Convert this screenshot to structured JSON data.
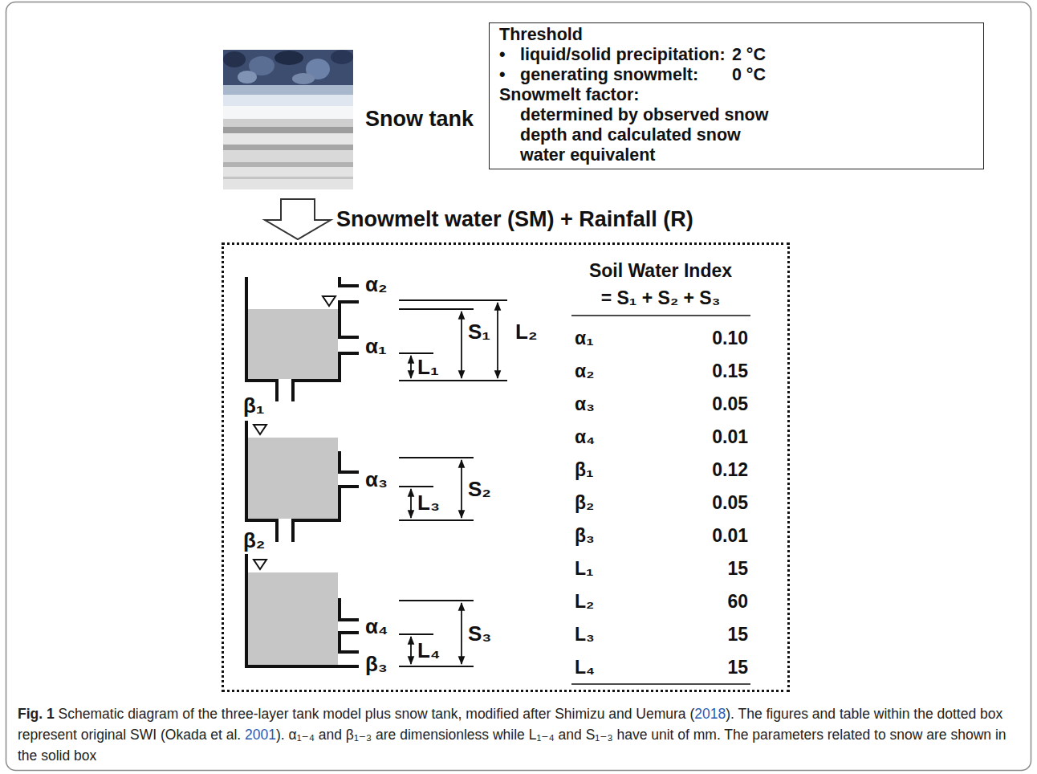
{
  "diagram": {
    "caption": "Fig. 1 Schematic diagram of the three-layer tank model plus snow tank, modified after Shimizu and Uemura (2018). The figures and table within the dotted box represent original SWI (Okada et al. 2001). α₁₋₄ and β₁₋₃ are dimensionless while L₁₋₄ and S₁₋₃ have unit of mm. The parameters related to snow are shown in the solid box",
    "nodes": [
      {
        "text": [
          "Snow tank"
        ]
      },
      {
        "text": [
          "Threshold",
          "•",
          "liquid/solid precipitation:",
          "2 °C",
          "•",
          "generating snowmelt:",
          "0 °C",
          "Snowmelt factor:",
          "determined by observed snow depth and calculated snow water equivalent"
        ]
      },
      {
        "text": [
          "Soil Water Index",
          "= S₁ + S₂ + S₃"
        ]
      }
    ],
    "edges": [
      {
        "from": 0,
        "to": 2,
        "arrow": "to",
        "label": "Snowmelt water (SM) + Rainfall (R)"
      }
    ],
    "labels": [
      "α₂",
      "α₁",
      "L₁",
      "S₁",
      "L₂",
      "β₁",
      "α₃",
      "L₃",
      "S₂",
      "β₂",
      "α₄",
      "L₄",
      "S₃",
      "β₃",
      "α₁",
      "0.10",
      "α₂",
      "0.15",
      "α₃",
      "0.05",
      "α₄",
      "0.01",
      "β₁",
      "0.12",
      "β₂",
      "0.05",
      "β₃",
      "0.01",
      "L₁",
      "15",
      "L₂",
      "60",
      "L₃",
      "15",
      "L₄",
      "15"
    ]
  }
}
